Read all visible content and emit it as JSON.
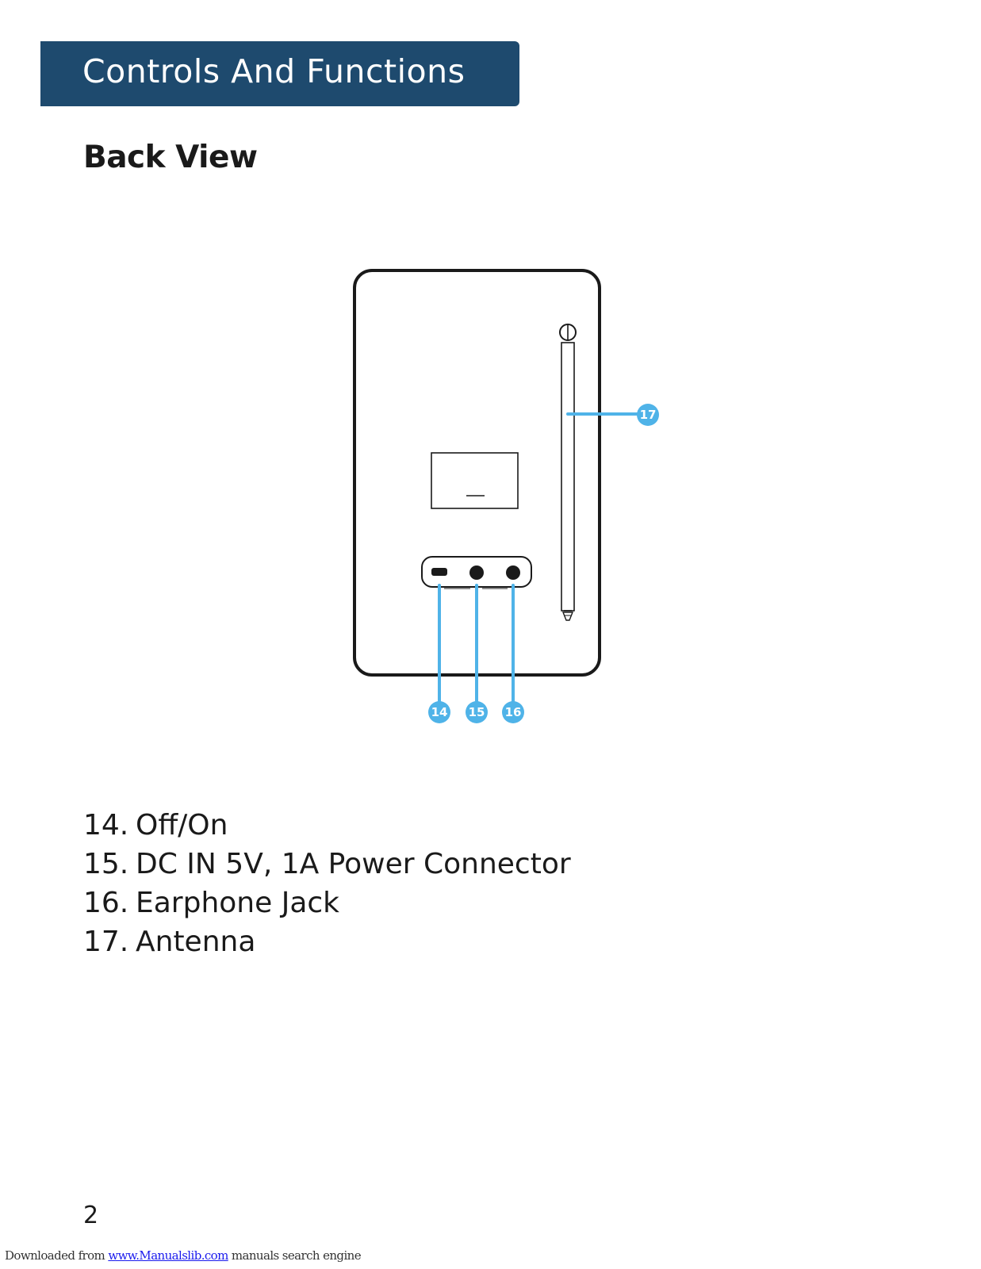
{
  "header": {
    "title": "Controls And Functions"
  },
  "section": {
    "title": "Back View"
  },
  "callouts": [
    {
      "number": "14"
    },
    {
      "number": "15"
    },
    {
      "number": "16"
    },
    {
      "number": "17"
    }
  ],
  "legend": [
    {
      "number": "14.",
      "label": "Off/On"
    },
    {
      "number": "15.",
      "label": "DC IN 5V, 1A Power Connector"
    },
    {
      "number": "16.",
      "label": "Earphone Jack"
    },
    {
      "number": "17.",
      "label": "Antenna"
    }
  ],
  "page_number": "2",
  "footer": {
    "prefix": "Downloaded from ",
    "link_text": "www.Manualslib.com",
    "suffix": " manuals search engine"
  },
  "colors": {
    "header_bg": "#1e4a6e",
    "callout_blue": "#4fb3e8",
    "outline": "#1a1a1a"
  }
}
